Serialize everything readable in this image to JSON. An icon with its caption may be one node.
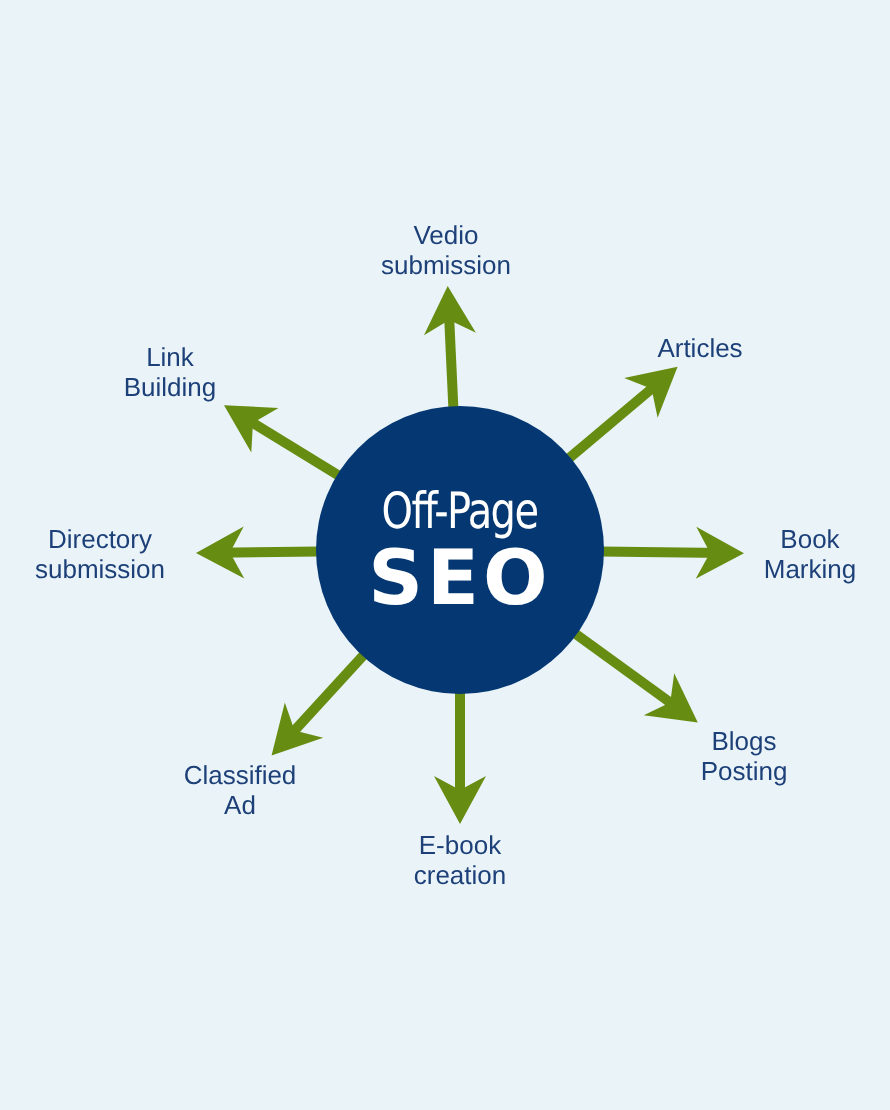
{
  "diagram": {
    "nodes": [
      {
        "text": [
          "Off-Page",
          "SEO"
        ]
      },
      {
        "text": [
          "Vedio submission"
        ]
      },
      {
        "text": [
          "Articles"
        ]
      },
      {
        "text": [
          "Link Building"
        ]
      },
      {
        "text": [
          "Directory submission"
        ]
      },
      {
        "text": [
          "Book Marking"
        ]
      },
      {
        "text": [
          "Blogs Posting"
        ]
      },
      {
        "text": [
          "Classified Ad"
        ]
      },
      {
        "text": [
          "E-book creation"
        ]
      }
    ],
    "edges": [
      {
        "from": 0,
        "to": 1,
        "arrow": "to"
      },
      {
        "from": 0,
        "to": 2,
        "arrow": "to"
      },
      {
        "from": 0,
        "to": 3,
        "arrow": "to"
      },
      {
        "from": 0,
        "to": 4,
        "arrow": "to"
      },
      {
        "from": 0,
        "to": 5,
        "arrow": "to"
      },
      {
        "from": 0,
        "to": 6,
        "arrow": "to"
      },
      {
        "from": 0,
        "to": 7,
        "arrow": "to"
      },
      {
        "from": 0,
        "to": 8,
        "arrow": "to"
      }
    ]
  }
}
